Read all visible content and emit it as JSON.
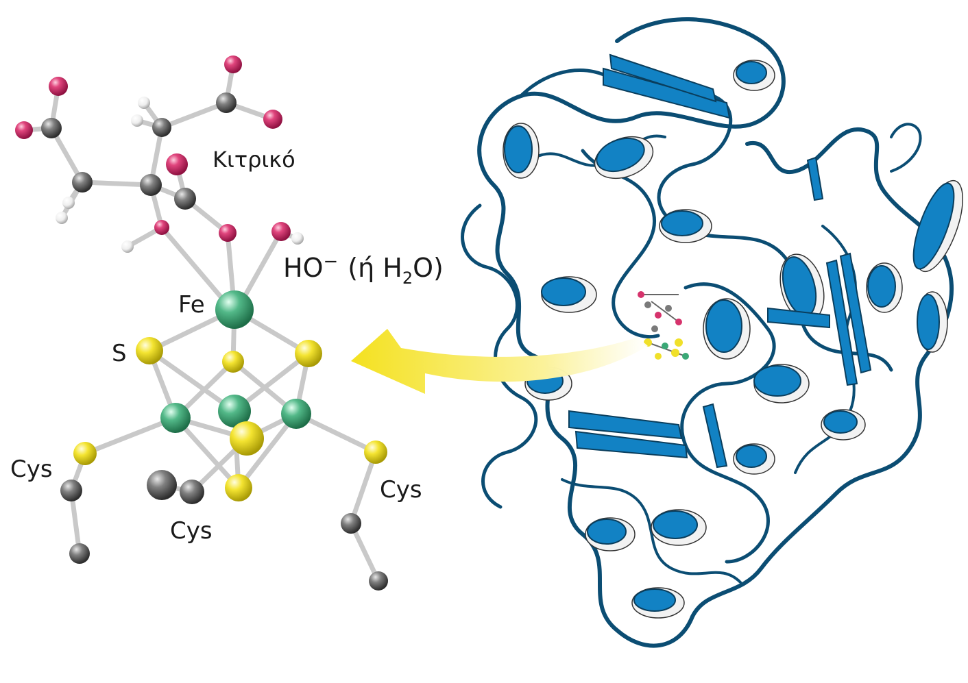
{
  "labels": {
    "citrate": "Κιτρικό",
    "hydroxide_prefix": "HO",
    "hydroxide_charge": "−",
    "water_paren_open": "(ή H",
    "water_subscript": "2",
    "water_paren_close": "O)",
    "iron": "Fe",
    "sulfur": "S",
    "cys_left": "Cys",
    "cys_middle": "Cys",
    "cys_right": "Cys"
  },
  "colors": {
    "oxygen": "#d6336c",
    "carbon": "#7a7a7a",
    "hydrogen": "#f4f4f4",
    "iron": "#3aa876",
    "sulfur": "#f0e02a",
    "protein_helix": "#1282c4",
    "protein_outline": "#0b4d73",
    "arrow": "#f6e53a"
  }
}
